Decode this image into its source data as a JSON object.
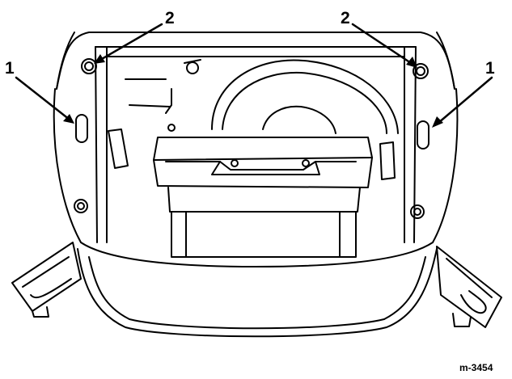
{
  "callouts": {
    "left_1": "1",
    "left_2": "2",
    "right_2": "2",
    "right_1": "1"
  },
  "figure_id": "m-3454",
  "colors": {
    "line": "#000000",
    "background": "#ffffff"
  }
}
